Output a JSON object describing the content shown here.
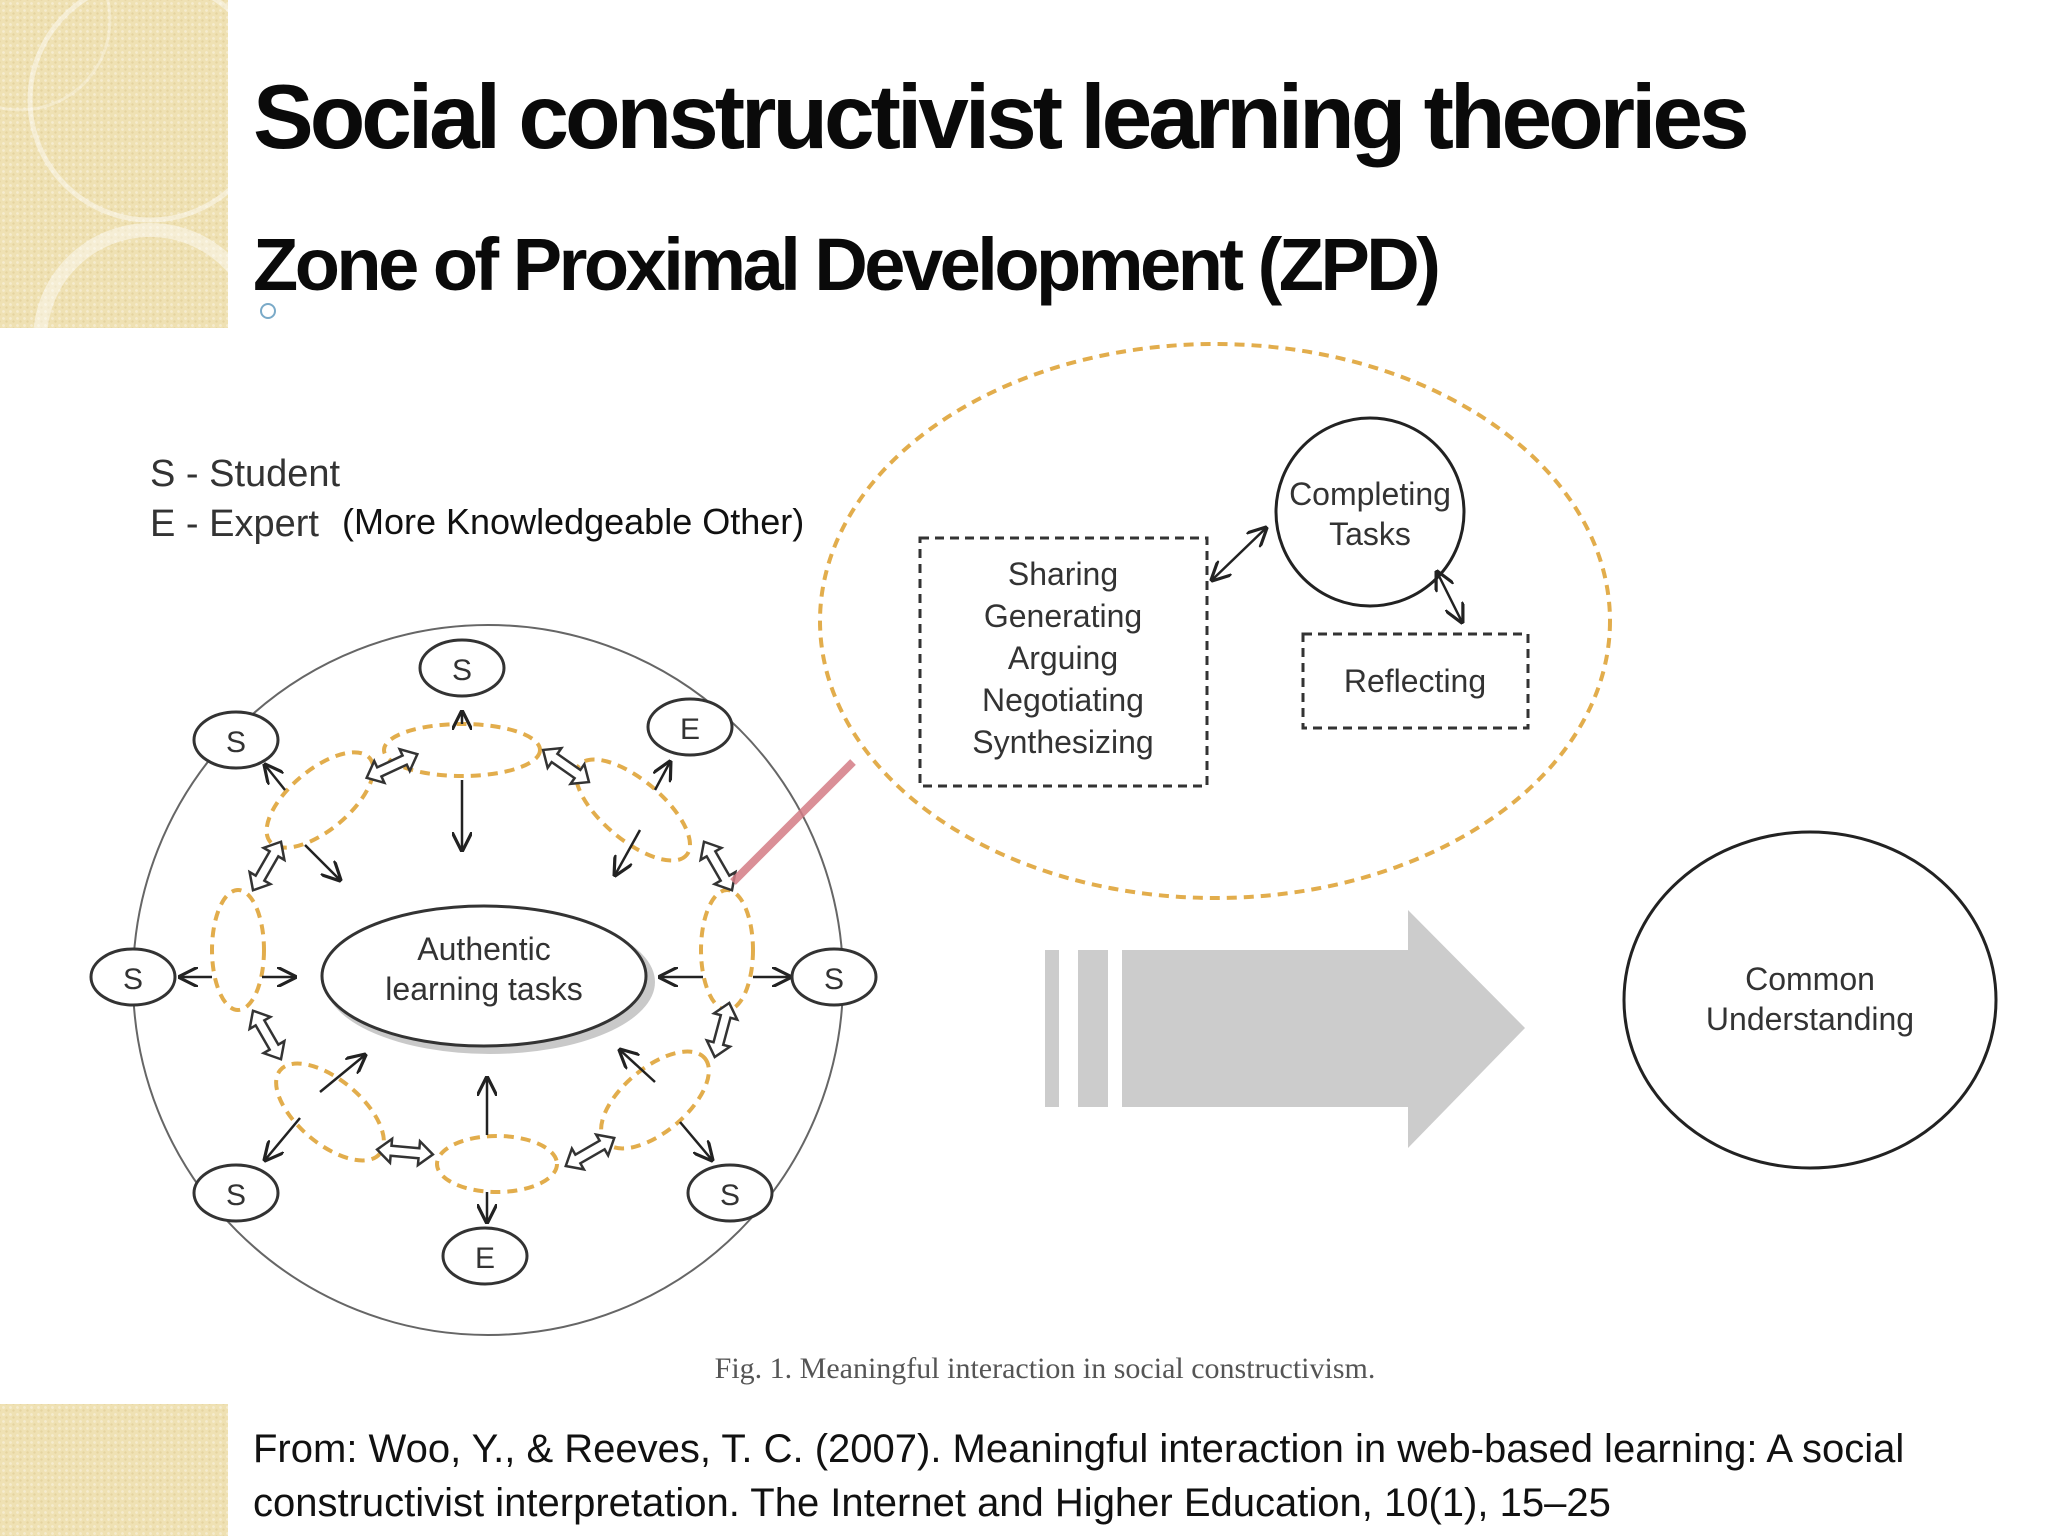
{
  "title": "Social constructivist learning theories",
  "subtitle": "Zone of Proximal Development (ZPD)",
  "legend": {
    "student": "S - Student",
    "expert": "E - Expert",
    "expert_note": "(More Knowledgeable Other)"
  },
  "center_label_1": "Authentic",
  "center_label_2": "learning tasks",
  "nodes": {
    "s_top": "S",
    "e_top_right": "E",
    "s_right": "S",
    "s_bottom_right": "S",
    "e_bottom": "E",
    "s_bottom_left": "S",
    "s_left": "S",
    "s_top_left": "S"
  },
  "zoom": {
    "activities": [
      "Sharing",
      "Generating",
      "Arguing",
      "Negotiating",
      "Synthesizing"
    ],
    "completing_1": "Completing",
    "completing_2": "Tasks",
    "reflecting": "Reflecting"
  },
  "outcome_1": "Common",
  "outcome_2": "Understanding",
  "caption": "Fig. 1. Meaningful interaction in social constructivism.",
  "citation": "From: Woo, Y., & Reeves, T. C. (2007). Meaningful interaction in web-based learning: A social constructivist interpretation. The Internet and Higher Education, 10(1), 15–25",
  "colors": {
    "dashed_orange": "#e2ad4c",
    "zoom_line": "#d47c86",
    "arrow_gray": "#cccccc",
    "deco_tan": "#efe1b3"
  }
}
